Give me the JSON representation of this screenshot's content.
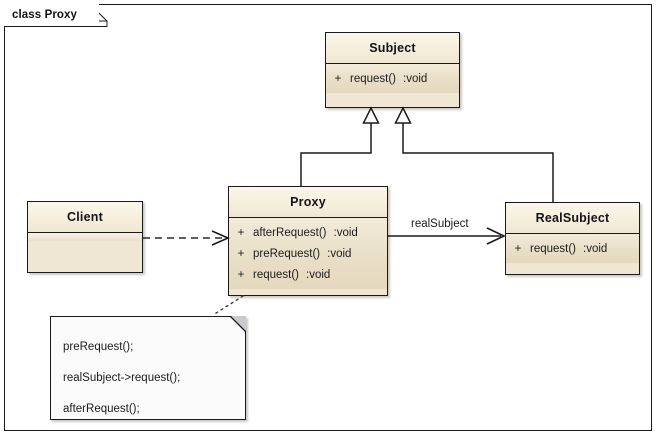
{
  "diagram": {
    "frame_label": "class Proxy",
    "type": "uml-class-diagram"
  },
  "classes": [
    {
      "id": "subject",
      "name": "Subject",
      "members": [
        {
          "visibility": "+",
          "signature": "request()",
          "return": ":void"
        }
      ]
    },
    {
      "id": "client",
      "name": "Client",
      "members": []
    },
    {
      "id": "proxy",
      "name": "Proxy",
      "members": [
        {
          "visibility": "+",
          "signature": "afterRequest()",
          "return": ":void"
        },
        {
          "visibility": "+",
          "signature": "preRequest()",
          "return": ":void"
        },
        {
          "visibility": "+",
          "signature": "request()",
          "return": ":void"
        }
      ]
    },
    {
      "id": "realsubject",
      "name": "RealSubject",
      "members": [
        {
          "visibility": "+",
          "signature": "request()",
          "return": ":void"
        }
      ]
    }
  ],
  "note": {
    "lines": [
      "preRequest();",
      "realSubject->request();",
      "afterRequest();"
    ]
  },
  "relationships": [
    {
      "id": "client-proxy",
      "kind": "dependency",
      "from": "Client",
      "to": "Proxy",
      "label": ""
    },
    {
      "id": "proxy-subject",
      "kind": "generalization",
      "from": "Proxy",
      "to": "Subject",
      "label": ""
    },
    {
      "id": "realsubject-subject",
      "kind": "generalization",
      "from": "RealSubject",
      "to": "Subject",
      "label": ""
    },
    {
      "id": "proxy-realsubject",
      "kind": "association",
      "from": "Proxy",
      "to": "RealSubject",
      "label": "realSubject"
    },
    {
      "id": "proxy-note",
      "kind": "note-anchor",
      "from": "Proxy",
      "to": "Note",
      "label": ""
    }
  ],
  "colors": {
    "class_fill": "#e9dfc7",
    "class_title_fill": "#f7f1e1",
    "border": "#1a1a1a",
    "note_fill": "#fbfbfb",
    "canvas": "#ffffff"
  }
}
